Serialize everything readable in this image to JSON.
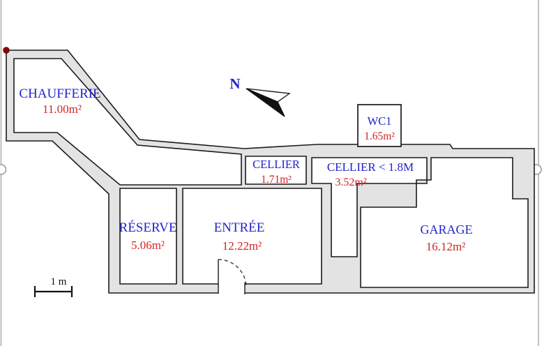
{
  "plan": {
    "rooms": [
      {
        "id": "chaufferie",
        "label": "CHAUFFERIE",
        "area": "11.00m²"
      },
      {
        "id": "wc1",
        "label": "WC1",
        "area": "1.65m²"
      },
      {
        "id": "cellier1",
        "label": "CELLIER",
        "area": "1.71m²"
      },
      {
        "id": "cellier2",
        "label": "CELLIER < 1.8M",
        "area": "3.52m²"
      },
      {
        "id": "reserve",
        "label": "RÉSERVE",
        "area": "5.06m²"
      },
      {
        "id": "entree",
        "label": "ENTRÉE",
        "area": "12.22m²"
      },
      {
        "id": "garage",
        "label": "GARAGE",
        "area": "16.12m²"
      }
    ],
    "north": {
      "label": "N"
    },
    "scale": {
      "label": "1 m"
    },
    "colors": {
      "room_label": "#2323cb",
      "room_area": "#d02525",
      "wall_fill": "#e3e3e3",
      "wall_outline": "#1a1a1a",
      "origin_dot": "#8b0000",
      "frame_line": "#adadad",
      "scale_text": "#111111"
    }
  }
}
